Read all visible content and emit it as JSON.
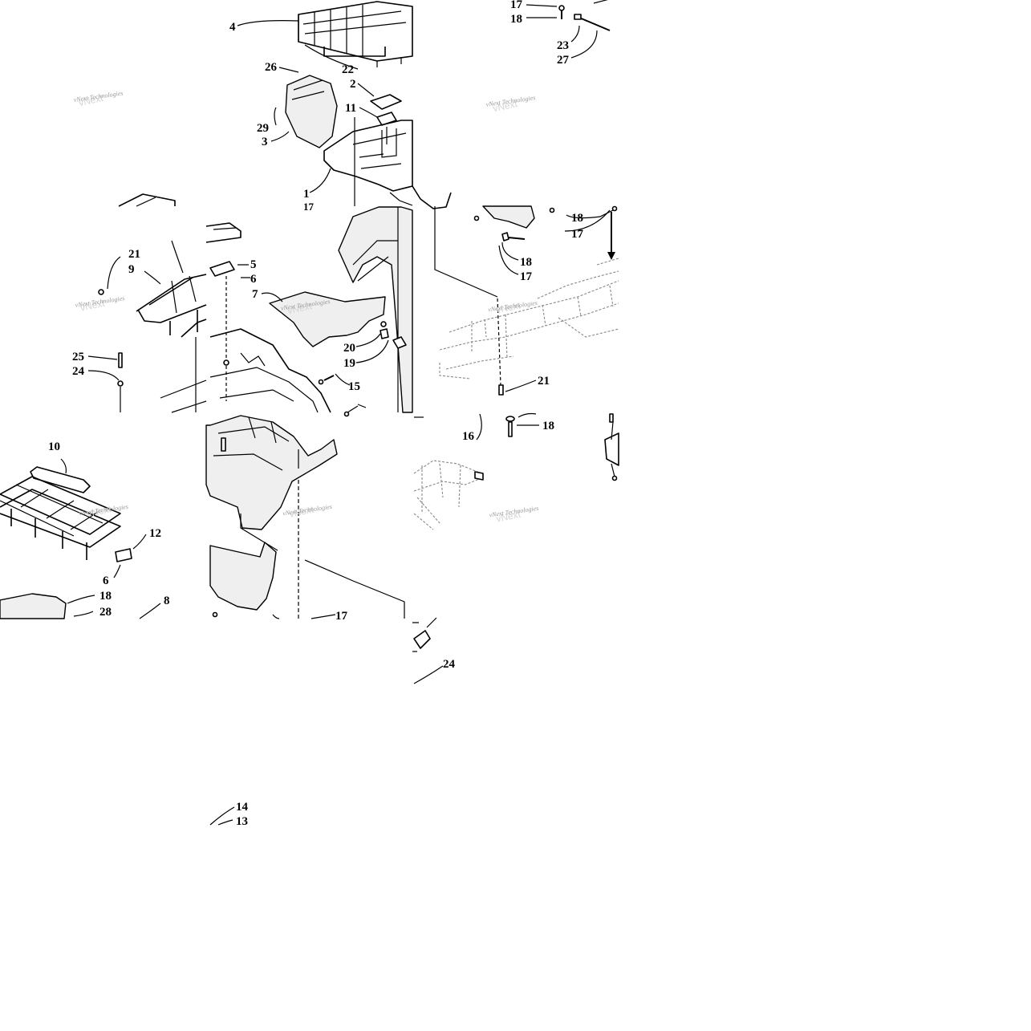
{
  "watermark": {
    "text": "vNext Technologies",
    "color": "#9a9a9a"
  },
  "callouts": {
    "c4": "4",
    "c22": "22",
    "c26": "26",
    "c2": "2",
    "c11": "11",
    "c29": "29",
    "c3": "3",
    "c1": "1",
    "c17_top": "17",
    "c18_top": "18",
    "c23": "23",
    "c27": "27",
    "c21_left": "21",
    "c9": "9",
    "c25": "25",
    "c24_left": "24",
    "c5": "5",
    "c6_mid": "6",
    "c7": "7",
    "c20": "20",
    "c19": "19",
    "c15": "15",
    "c18_r1": "18",
    "c17_r1": "17",
    "c18_r2": "18",
    "c17_r2": "17",
    "c21_right": "21",
    "c16": "16",
    "c18_r3": "18",
    "c10": "10",
    "c12": "12",
    "c6_low": "6",
    "c18_low": "18",
    "c28": "28",
    "c8": "8",
    "c17_low": "17",
    "c24_low": "24",
    "c14": "14",
    "c13": "13"
  }
}
